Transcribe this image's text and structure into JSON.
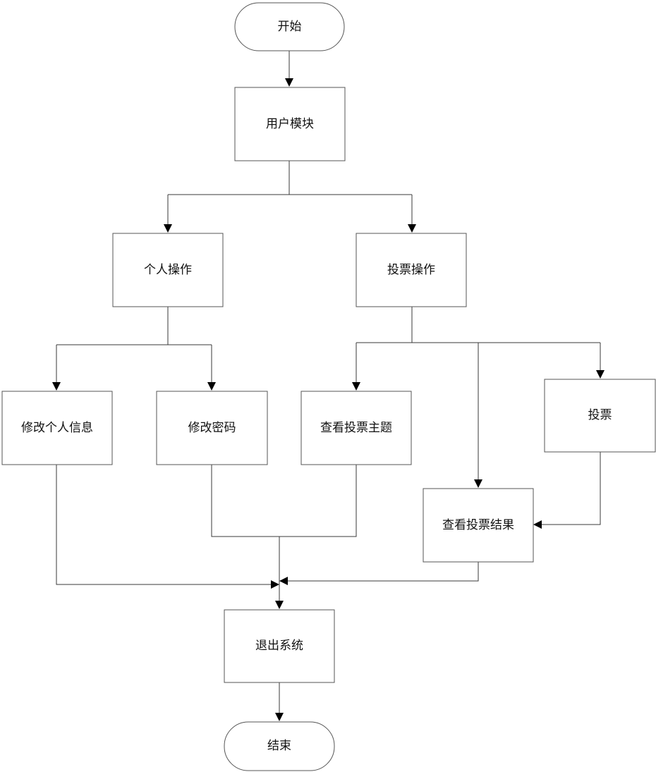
{
  "nodes": {
    "start": "开始",
    "user_module": "用户模块",
    "personal_ops": "个人操作",
    "vote_ops": "投票操作",
    "edit_profile": "修改个人信息",
    "change_password": "修改密码",
    "view_vote_topics": "查看投票主题",
    "vote": "投票",
    "view_vote_results": "查看投票结果",
    "exit_system": "退出系统",
    "end": "结束"
  }
}
